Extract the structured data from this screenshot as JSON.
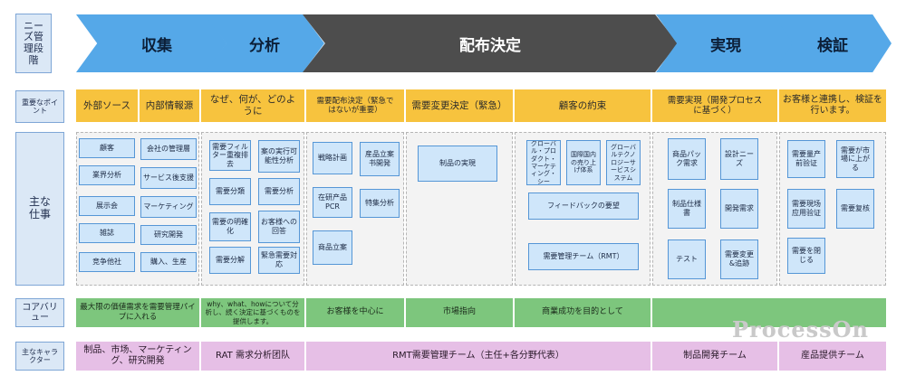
{
  "row_labels": {
    "stages": "ニーズ管理段階",
    "key_points": "重要なポイント",
    "main_work": "主な仕事",
    "core_value": "コアバリュー",
    "key_character": "主なキャラクター"
  },
  "stages": [
    "収集",
    "分析",
    "配布決定",
    "実現",
    "検証"
  ],
  "key_points": [
    "外部ソース",
    "内部情報源",
    "なぜ、何が、どのように",
    "需要配布決定（緊急ではないが重要）",
    "需要変更決定（緊急）",
    "顧客の約束",
    "需要実現（開発プロセスに基づく）",
    "お客様と連携し、検証を行います。"
  ],
  "tasks": {
    "collect_external": [
      "顧客",
      "業界分析",
      "展示会",
      "雑誌",
      "竞争他社"
    ],
    "collect_internal": [
      "会社の管理層",
      "サービス後支援",
      "マーケティング",
      "研究開発",
      "購入、生産"
    ],
    "analysis_left": [
      "需要フィルター重複排去",
      "需要分類",
      "需要の明確化",
      "需要分解"
    ],
    "analysis_right": [
      "案の実行可能性分析",
      "需要分析",
      "お客様への回答",
      "緊急需要対応"
    ],
    "distribution": [
      "戦略計画",
      "産品立案书開発",
      "在研产品PCR",
      "特集分析",
      "商品立案"
    ],
    "change": [
      "制品の実現"
    ],
    "customer": [
      "グローバル・プロダクト・マーケティング・シー",
      "国際国内の売り上げ体系",
      "グローバルテクノロジーサービスシステム",
      "フィードバックの要望",
      "需要管理チーム（RMT）"
    ],
    "realize": [
      "商品パック需求",
      "設計ニーズ",
      "制品仕様書",
      "開発需求",
      "テスト",
      "需要変更&追跡"
    ],
    "verify": [
      "需要量产前验证",
      "需要が市場に上がる",
      "需要現场应用验证",
      "需要复核",
      "需要を閉じる"
    ]
  },
  "core_values": [
    "最大限の価値需求を需要管理パイプに入れる",
    "why、what、howについて分析し、続く決定に基づくものを提供します。",
    "お客様を中心に",
    "市場指向",
    "商業成功を目的として",
    ""
  ],
  "characters": [
    "制品、市场、マーケティング、研究開発",
    "RAT 需求分析团队",
    "RMT需要管理チーム（主任+各分野代表）",
    "制品開発チーム",
    "産品提供チーム"
  ],
  "watermark": "ProcessOn",
  "colors": {
    "chevron_blue": "#55a8e8",
    "chevron_gray": "#4d4d4d",
    "key_point_orange": "#f7c33e",
    "task_box": "#cfe6fa",
    "core_value_green": "#7dc67d",
    "character_pink": "#e6bfe6",
    "row_label": "#dbe8f6"
  }
}
